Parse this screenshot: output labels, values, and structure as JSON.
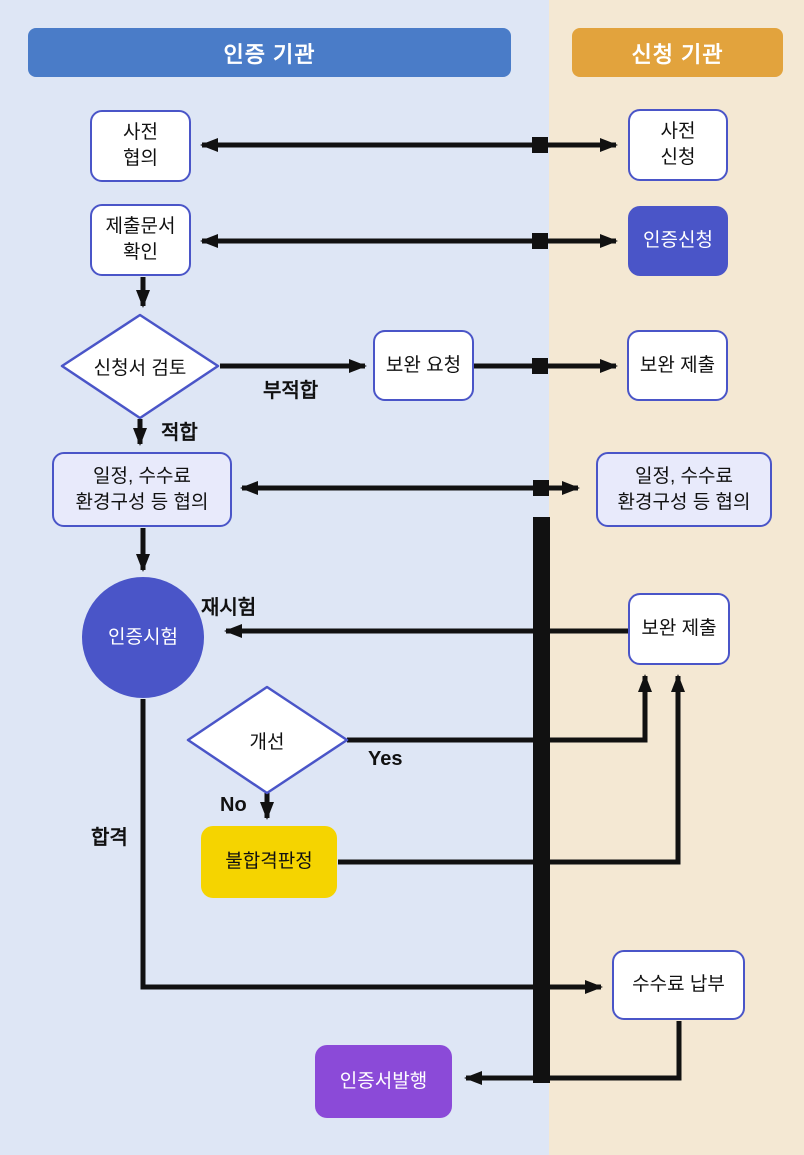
{
  "columns": {
    "left": {
      "header": "인증 기관",
      "header_color": "#4A7CC8",
      "background": "#DEE6F5"
    },
    "right": {
      "header": "신청 기관",
      "header_color": "#E2A33D",
      "background": "#F4E8D3"
    }
  },
  "nodes": {
    "prior_consult": "사전\n협의",
    "prior_apply": "사전\n신청",
    "doc_check": "제출문서\n확인",
    "cert_apply": "인증신청",
    "review": "신청서 검토",
    "fix_request": "보완 요청",
    "fix_submit_1": "보완 제출",
    "schedule_left": "일정, 수수료\n환경구성 등 협의",
    "schedule_right": "일정, 수수료\n환경구성 등 협의",
    "cert_test": "인증시험",
    "improve": "개선",
    "fix_submit_2": "보완 제출",
    "fail_decision": "불합격판정",
    "fee_payment": "수수료 납부",
    "cert_issue": "인증서발행"
  },
  "edge_labels": {
    "unfit": "부적합",
    "fit": "적합",
    "retest": "재시험",
    "yes": "Yes",
    "no": "No",
    "pass": "합격"
  },
  "colors": {
    "node_border": "#4A55C8",
    "node_fill_blue": "#4A55C8",
    "node_fill_lavender": "#E8EAFB",
    "node_fill_yellow": "#F5D400",
    "node_fill_purple": "#8B4AD8",
    "connector": "#111111"
  }
}
